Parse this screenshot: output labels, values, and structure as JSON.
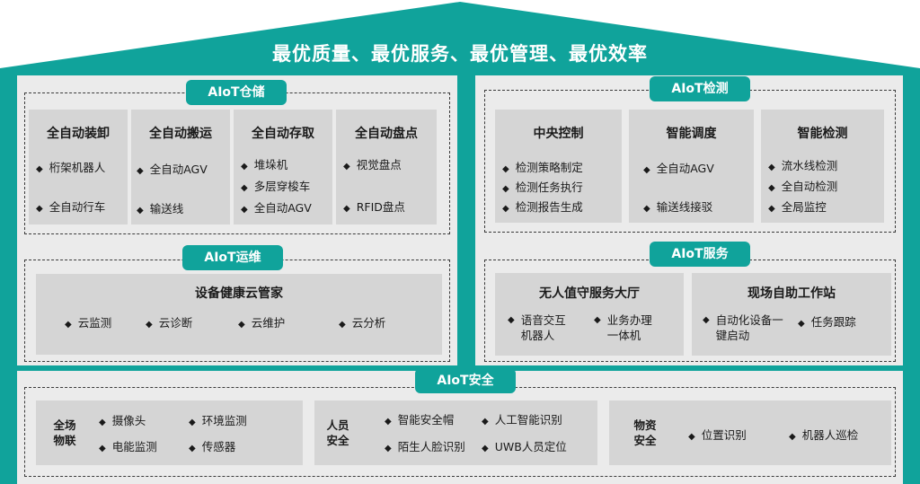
{
  "banner": {
    "title": "最优质量、最优服务、最优管理、最优效率"
  },
  "bullet": "◆",
  "storage": {
    "tag": "AIoT仓储",
    "cards": [
      {
        "title": "全自动装卸",
        "items": [
          "桁架机器人",
          "全自动行车"
        ]
      },
      {
        "title": "全自动搬运",
        "items": [
          "全自动AGV",
          "输送线"
        ]
      },
      {
        "title": "全自动存取",
        "items": [
          "堆垛机",
          "多层穿梭车",
          "全自动AGV"
        ]
      },
      {
        "title": "全自动盘点",
        "items": [
          "视觉盘点",
          "RFID盘点"
        ]
      }
    ]
  },
  "inspection": {
    "tag": "AIoT检测",
    "cards": [
      {
        "title": "中央控制",
        "items": [
          "检测策略制定",
          "检测任务执行",
          "检测报告生成"
        ]
      },
      {
        "title": "智能调度",
        "items": [
          "全自动AGV",
          "输送线接驳"
        ]
      },
      {
        "title": "智能检测",
        "items": [
          "流水线检测",
          "全自动检测",
          "全局监控"
        ]
      }
    ]
  },
  "ops": {
    "tag": "AIoT运维",
    "card": {
      "title": "设备健康云管家",
      "items": [
        "云监测",
        "云诊断",
        "云维护",
        "云分析"
      ]
    }
  },
  "service": {
    "tag": "AIoT服务",
    "cards": [
      {
        "title": "无人值守服务大厅",
        "items": [
          "语音交互机器人",
          "业务办理一体机"
        ]
      },
      {
        "title": "现场自助工作站",
        "items": [
          "自动化设备一键启动",
          "任务跟踪"
        ]
      }
    ]
  },
  "security": {
    "tag": "AIoT安全",
    "groups": [
      {
        "label": "全场物联",
        "items": [
          "摄像头",
          "环境监测",
          "电能监测",
          "传感器"
        ]
      },
      {
        "label": "人员安全",
        "items": [
          "智能安全帽",
          "人工智能识别",
          "陌生人脸识别",
          "UWB人员定位"
        ]
      },
      {
        "label": "物资安全",
        "items": [
          "位置识别",
          "机器人巡检"
        ]
      }
    ]
  },
  "colors": {
    "accent": "#10a39b",
    "panel": "#ebebeb",
    "card": "#d5d5d5"
  }
}
